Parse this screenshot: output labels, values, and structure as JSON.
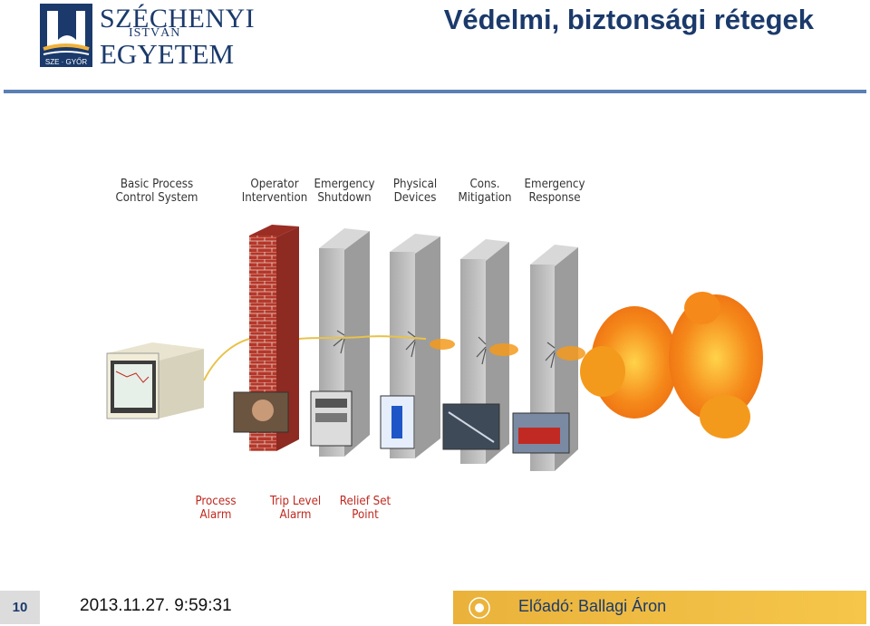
{
  "header": {
    "logo": {
      "line1": "SZÉCHENYI",
      "line2": "ISTVÁN",
      "line3": "EGYETEM",
      "badge": "SZE · GYŐR"
    },
    "title": "Védelmi, biztonsági rétegek"
  },
  "figure": {
    "layers_top": [
      "Basic Process\nControl System",
      "Operator\nIntervention",
      "Emergency\nShutdown",
      "Physical\nDevices",
      "Cons.\nMitigation",
      "Emergency\nResponse"
    ],
    "labels_bottom": [
      "Process\nAlarm",
      "Trip Level\nAlarm",
      "Relief Set\nPoint"
    ],
    "colors": {
      "brick": "#b5372a",
      "concrete": "#b9b9b9",
      "fire": "#f39a1c",
      "label_red": "#c0281f"
    }
  },
  "footer": {
    "slide_number": "10",
    "datetime": "2013.11.27. 9:59:31",
    "presenter": "Előadó: Ballagi Áron",
    "icon": "sun-emblem-icon"
  }
}
